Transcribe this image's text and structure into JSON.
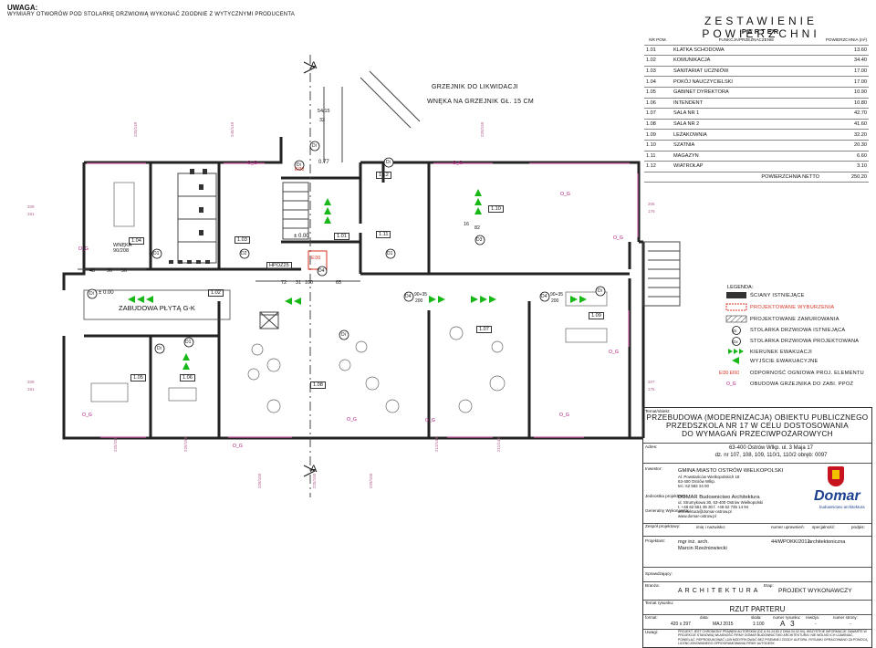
{
  "note": {
    "title": "UWAGA:",
    "text": "WYMIARY OTWORÓW POD STOLARKĘ DRZWIOWĄ WYKONAĆ ZGODNIE Z WYTYCZNYMI PRODUCENTA"
  },
  "schedule": {
    "title": "ZESTAWIENIE POWIERZCHNI",
    "subtitle": "PARTER",
    "headers": [
      "NR POM.",
      "FUNKCJA/PRZEZNACZENIE",
      "POWIERZCHNIA (m²)"
    ],
    "rows": [
      {
        "no": "1.01",
        "name": "KLATKA SCHODOWA",
        "area": "13.60"
      },
      {
        "no": "1.02",
        "name": "KOMUNIKACJA",
        "area": "34.40"
      },
      {
        "no": "1.03",
        "name": "SANITARIAT UCZNIÓW",
        "area": "17.00"
      },
      {
        "no": "1.04",
        "name": "POKÓJ NAUCZYCIELSKI",
        "area": "17.00"
      },
      {
        "no": "1.05",
        "name": "GABINET DYREKTORA",
        "area": "10.90"
      },
      {
        "no": "1.06",
        "name": "INTENDENT",
        "area": "10.80"
      },
      {
        "no": "1.07",
        "name": "SALA NR 1",
        "area": "42.70"
      },
      {
        "no": "1.08",
        "name": "SALA NR 2",
        "area": "41.60"
      },
      {
        "no": "1.09",
        "name": "LEŻAKOWNIA",
        "area": "32.20"
      },
      {
        "no": "1.10",
        "name": "SZATNIA",
        "area": "20.30"
      },
      {
        "no": "1.11",
        "name": "MAGAZYN",
        "area": "6.60"
      },
      {
        "no": "1.12",
        "name": "WIATROŁAP",
        "area": "3.10"
      }
    ],
    "total_label": "POWIERZCHNIA NETTO",
    "total_value": "250.20"
  },
  "legend": {
    "title": "LEGENDA:",
    "items": [
      "ŚCIANY ISTNIEJĄCE",
      "PROJEKTOWANE WYBURZENIA",
      "PROJEKTOWANE ZAMUROWANIA",
      "STOLARKA DRZWIOWA ISTNIEJĄCA",
      "STOLARKA DRZWIOWA PROJEKTOWANA",
      "KIERUNEK EWAKUACJI",
      "WYJŚCIE EWAKUACYJNE",
      "ODPORNOŚĆ OGNIOWA PROJ. ELEMENTU",
      "OBUDOWA GRZEJNIKA DO ZABI. PPOŻ"
    ],
    "door_symbol_existing": "Di",
    "door_symbol_new": "Dx",
    "fire_marks": "EI30  EI60",
    "radiator_mark": "O_G"
  },
  "plan_labels": {
    "radiator_note_1": "GRZEJNIK DO LIKWIDACJI",
    "radiator_note_2": "WNĘKA NA GRZEJNIK GŁ. 15 CM",
    "section_a": "A",
    "niche": "WNĘKA\n90/208",
    "slab": "ZABUDOWA PŁYTĄ G-K",
    "level_0": "± 0.00",
    "level_077": "0.77",
    "hpoz": "HPOŻ25",
    "rooms": [
      "1.01",
      "1.02",
      "1.03",
      "1.04",
      "1.05",
      "1.06",
      "1.07",
      "1.08",
      "1.09",
      "1.10",
      "1.11",
      "1.12"
    ],
    "dims": [
      "48",
      "90",
      "56",
      "72",
      "31",
      "100",
      "65",
      "16",
      "82",
      "54/15",
      "32",
      "90+35",
      "200",
      "90+35",
      "200"
    ],
    "radiators": [
      "O_G",
      "O_G",
      "O_G",
      "O_G",
      "O_G",
      "O_G",
      "O_G",
      "O_G",
      "O_G",
      "O_G",
      "O_G"
    ],
    "doors": [
      "D1",
      "D1",
      "D2",
      "D3",
      "D4",
      "D4",
      "D4",
      "D1",
      "Di",
      "Di",
      "Di",
      "Di",
      "Di",
      "Di",
      "Di"
    ],
    "ei": [
      "EI30",
      "EI30"
    ]
  },
  "title_block": {
    "temat_label": "Temat/obiekt:",
    "temat": [
      "PRZEBUDOWA (MODERNIZACJA) OBIEKTU PUBLICZNEGO",
      "PRZEDSZKOLA NR 17 W CELU DOSTOSOWANIA",
      "DO WYMAGAŃ PRZECIWPOŻAROWYCH"
    ],
    "adres_label": "Adres:",
    "adres": [
      "63-400 Ostrów Wlkp. ul. 3 Maja 17",
      "dz. nr 107, 108, 109, 110/1, 110/2  obręb: 0097"
    ],
    "inwestor_label": "Inwestor:",
    "inwestor": [
      "GMINA MIASTO OSTRÓW WIELKOPOLSKI",
      "Al. Powstańców Wielkopolskich 18",
      "63-400 Ostrów Wlkp.",
      "tel.: 62 582 24 00"
    ],
    "jednostka_label": "Jednostka projektowa:",
    "generalny_label": "Generalny Wykonawca:",
    "jednostka": [
      "DOMAR Budownictwo Architektura",
      "ul. Strumykowa 30, 63-400 Ostrów Wielkopolski",
      "t. +48 62 551 35 30    f. +48 62 735 14 94",
      "architektura@domar-ostrow.pl",
      "www.domar-ostrow.pl"
    ],
    "logo": "Domar",
    "logo_sub": "budownictwo architektura",
    "zespol_label": "Zespół projektowy:",
    "zespol_headers": [
      "imię i nazwisko:",
      "numer uprawnień:",
      "specjalność:",
      "podpis:"
    ],
    "projektant_label": "Projektant:",
    "projektant": [
      "mgr inż. arch.",
      "Marcin Rzeźniowiecki"
    ],
    "projektant_uprawnienia": "44/WPOKK/2012",
    "projektant_spec": "architektoniczna",
    "sprawdzajacy_label": "Sprawdzający:",
    "branza_label": "Branża:",
    "branza": "ARCHITEKTURA",
    "etap_label": "Etap:",
    "etap": "PROJEKT WYKONAWCZY",
    "temat_rys_label": "Temat rysunku:",
    "temat_rys": "RZUT PARTERU",
    "meta_headers": [
      "format:",
      "data:",
      "skala:",
      "numer rysunku:",
      "rewizja:",
      "numer strony:"
    ],
    "meta": [
      "420 x 297",
      "MAJ 2015",
      "1:100",
      "A 3",
      "-",
      "-"
    ],
    "uwagi_label": "Uwagi:",
    "uwagi": "PROJEKT JEST CHRONIONY PRAWEM AUTORSKIM (DZ.U.94.24.83 Z DNIA 04.02.94). WSZYSTKIE INFORMACJE ZAWARTE W PROJEKCIE STANOWIĄ WŁASNOŚĆ FIRMY DOMAR BUDOWNICTWO ARCHITEKTURA I NIE WOLNO ICH UJAWNIAĆ, POWIELAĆ, REPRODUKOWAĆ LUB MODYFIKOWAĆ BEZ PISEMNEJ ZGODY AUTORA. RYSUNKI OPRACOWANO ZA POMOCĄ LICENCJONOWANEGO OPROGRAMOWANIA FIRMY AUTODESK"
  },
  "colors": {
    "wall": "#222222",
    "green": "#18b818",
    "pink": "#c85ca0",
    "red": "#d83020",
    "magenta": "#b0157a"
  }
}
